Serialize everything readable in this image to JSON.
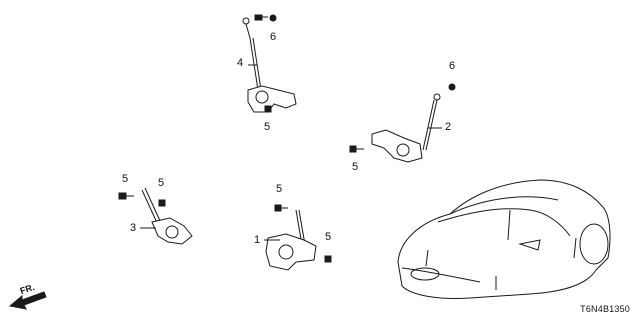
{
  "callouts": {
    "part4": "4",
    "part6_top": "6",
    "part5_a": "5",
    "part6_right": "6",
    "part2": "2",
    "part5_b": "5",
    "part5_c": "5",
    "part5_d": "5",
    "part3": "3",
    "part5_e": "5",
    "part1": "1",
    "part5_f": "5"
  },
  "direction_label": "FR.",
  "diagram_code": "T6N4B1350"
}
